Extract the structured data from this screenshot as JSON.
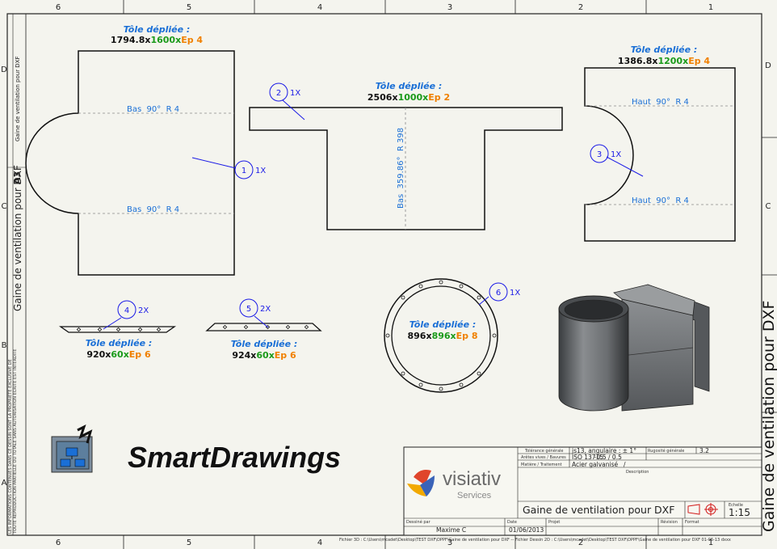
{
  "border": {
    "top_numbers": [
      "6",
      "5",
      "4",
      "3",
      "2",
      "1"
    ],
    "bottom_numbers": [
      "6",
      "5",
      "4",
      "3",
      "2",
      "1"
    ],
    "side_letters": [
      "D",
      "C",
      "B",
      "A"
    ]
  },
  "side_texts": {
    "upper_small": "Gaine de ventilation pour DXF",
    "sheet_size": "A3",
    "left_big": "Gaine de ventilation pour DXF",
    "right_big": "Gaine de ventilation pour DXF",
    "legal_1": "LES INFORMATIONS CONTENUES DANS CE DESSIN SONT LA PROPRIETE EXCLUSIVE DE",
    "legal_2": "TOUTE REPRODUCTION PARTIELLE OU TOTALE SANS AUTORISATION ECRITE EST INTERDITE"
  },
  "parts": [
    {
      "id": "part-1",
      "balloon": "1",
      "qty": "1X",
      "title": "Tôle dépliée :",
      "length": "1794.8x",
      "width": "1600x",
      "thickness": "Ep 4",
      "bends": [
        "Bas  90°  R 4",
        "Bas  90°  R 4"
      ]
    },
    {
      "id": "part-2",
      "balloon": "2",
      "qty": "1X",
      "title": "Tôle dépliée :",
      "length": "2506x",
      "width": "1000x",
      "thickness": "Ep 2",
      "bends": [
        "Bas  359.86°  R 398"
      ]
    },
    {
      "id": "part-3",
      "balloon": "3",
      "qty": "1X",
      "title": "Tôle dépliée :",
      "length": "1386.8x",
      "width": "1200x",
      "thickness": "Ep 4",
      "bends": [
        "Haut  90°  R 4",
        "Haut  90°  R 4"
      ]
    },
    {
      "id": "part-4",
      "balloon": "4",
      "qty": "2X",
      "title": "Tôle dépliée :",
      "length": "920x",
      "width": "60x",
      "thickness": "Ep 6",
      "bends": []
    },
    {
      "id": "part-5",
      "balloon": "5",
      "qty": "2X",
      "title": "Tôle dépliée :",
      "length": "924x",
      "width": "60x",
      "thickness": "Ep 6",
      "bends": []
    },
    {
      "id": "part-6",
      "balloon": "6",
      "qty": "1X",
      "title": "Tôle dépliée :",
      "length": "896x",
      "width": "896x",
      "thickness": "Ep 8",
      "bends": []
    }
  ],
  "logo": {
    "text": "SmartDrawings"
  },
  "title_block": {
    "company": "visiativ",
    "company_sub": "Services",
    "tol_label": "Tolérance générale",
    "tol_value": "js13, angulaire : ± 1°",
    "rug_label": "Rugosité générale",
    "rug_value": "3.2",
    "edge_label": "Arêtes vives / Bavures",
    "edge_value": "ISO 13715",
    "edge_limits": "-0.5 / 0.5",
    "mat_label": "Matière / Traitement",
    "mat_value": "Acier galvanisé",
    "mat_slash": "/",
    "desc_label": "Description",
    "title": "Gaine de ventilation pour DXF",
    "scale_label": "Echelle",
    "scale_value": "1:15",
    "drawer_label": "Dessiné par",
    "drawer": "Maxime C",
    "date_label": "Date",
    "date": "01/06/2013",
    "project_label": "Projet",
    "revision_label": "Révision",
    "format_label": "Format",
    "file_path": "Fichier 3D : C:\\Users\\mcadet\\Desktop\\TEST DXF\\DPPF\\Gaine de ventilation pour DXF -- Fichier Dessin 2D : C:\\Users\\mcadet\\Desktop\\TEST DXF\\DPPF\\Gaine de ventilation pour DXF 01-06-13 dxxx"
  },
  "colors": {
    "balloon": "#1a1ae6",
    "title": "#1a6fd6",
    "width": "#1a9a1a",
    "thickness": "#f08000",
    "sheet": "#f4f4ee"
  }
}
